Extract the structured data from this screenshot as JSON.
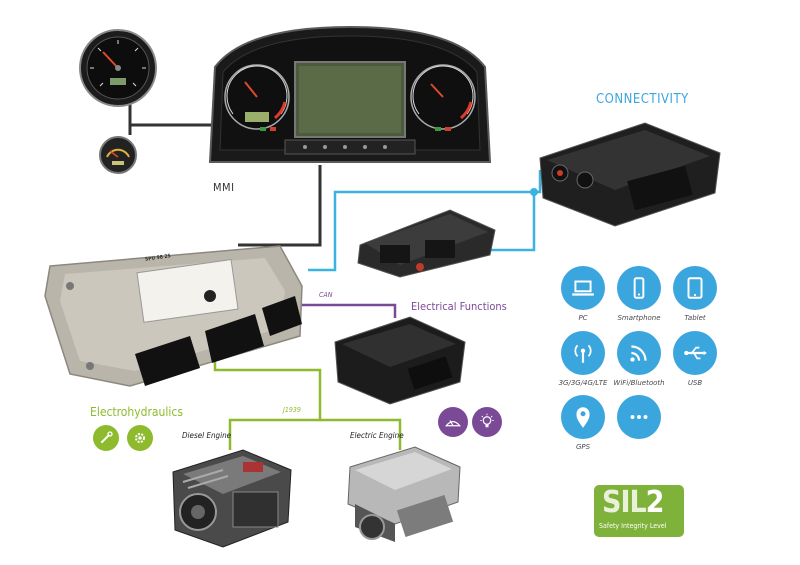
{
  "labels": {
    "mmi": "MMI",
    "connectivity": "CONNECTIVITY",
    "can": "CAN",
    "electrical_functions": "Electrical Functions",
    "electrohydraulics": "Electrohydraulics",
    "j1939": "J1939",
    "diesel_engine": "Diesel Engine",
    "electric_engine": "Electric Engine"
  },
  "ecu_label": "SPU 98 25",
  "connectivity_items": [
    {
      "label": "PC",
      "icon": "laptop-icon"
    },
    {
      "label": "Smartphone",
      "icon": "smartphone-icon"
    },
    {
      "label": "Tablet",
      "icon": "tablet-icon"
    },
    {
      "label": "3G/3G/4G/LTE",
      "icon": "antenna-icon"
    },
    {
      "label": "WiFi/Bluetooth",
      "icon": "wifi-icon"
    },
    {
      "label": "USB",
      "icon": "usb-icon"
    },
    {
      "label": "GPS",
      "icon": "location-pin-icon"
    },
    {
      "label": "",
      "icon": "more-dots-icon"
    }
  ],
  "sil": {
    "big": "SIL",
    "num": "2",
    "caption": "Safety Integrity Level"
  },
  "colors": {
    "blue": "#3ab3e0",
    "purple": "#7b4a96",
    "green": "#8dbb2d",
    "dark": "#333333",
    "connectivity_blue": "#3ba6de",
    "sil_green": "#7fb23a"
  }
}
